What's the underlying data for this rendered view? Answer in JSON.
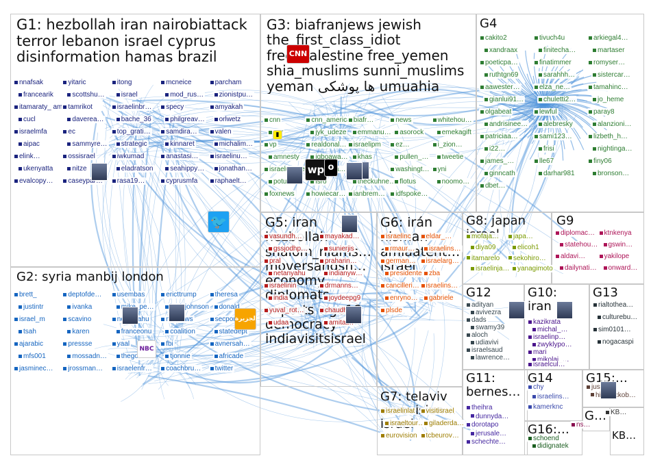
{
  "groups": [
    {
      "id": "G1",
      "title": "G1: hezbollah iran nairobiattack\nterror lebanon israel cyprus\ndisinformation hamas brazil",
      "size": 21
    },
    {
      "id": "G2",
      "title": "G2: syria manbij london",
      "size": 18
    },
    {
      "id": "G3",
      "title": "G3: biafranjews jewish\nthe_first_class_idiot\nfree_palestine free_yemen\nshia_muslims sunni_muslims\nyeman ها پوشکی umuahia",
      "size": 20
    },
    {
      "id": "G4",
      "title": "G4",
      "size": 18
    },
    {
      "id": "G5",
      "title": "G5: iran\nhezbollah\nshalom_niams…\nmoversandsh…\neconomy\ndiplomats\nexports wge18\ndemocracy\nindiavisitsisrael",
      "size": 19
    },
    {
      "id": "G6",
      "title": "G6: irán\nnisman\namiaatent…\nisrael",
      "size": 19
    },
    {
      "id": "G7",
      "title": "G7: telaviv\neurovision…\nisrael",
      "size": 18
    },
    {
      "id": "G8",
      "title": "G8: japan\nisrael",
      "size": 18
    },
    {
      "id": "G9",
      "title": "G9",
      "size": 18
    },
    {
      "id": "G10",
      "title": "G10:\niran",
      "size": 18
    },
    {
      "id": "G11",
      "title": "G11:\nbernes…",
      "size": 18
    },
    {
      "id": "G12",
      "title": "G12",
      "size": 18
    },
    {
      "id": "G13",
      "title": "G13",
      "size": 18
    },
    {
      "id": "G14",
      "title": "G14",
      "size": 18
    },
    {
      "id": "G15",
      "title": "G15:…",
      "size": 18
    },
    {
      "id": "G16",
      "title": "G16:…",
      "size": 18
    },
    {
      "id": "G",
      "title": "G…",
      "size": 18
    },
    {
      "id": "KB",
      "title": "KB…",
      "size": 15
    }
  ],
  "nodes": {
    "G1": [
      "nnafsak",
      "yitaric",
      "itong",
      "mcneice",
      "parcham",
      "francearik",
      "scottshu…",
      "israel",
      "mod_rus…",
      "zionistpu…",
      "itamaraty_ amat",
      "tamrikot",
      "israelinbr…",
      "specy",
      "amyakah",
      "cucl",
      "daverea…",
      "bache_36",
      "philgreav…",
      "orlwetz",
      "israelmfa",
      "ec",
      "top_grati…",
      "samdira…",
      "valen",
      "aipac",
      "sammyre…",
      "strategic",
      "kinnaret",
      "michalim…",
      "elink…",
      "ossisrael",
      "iwkumad",
      "anastasi…",
      "israelinu…",
      "ukenyatta",
      "nitze",
      "eladratson",
      "seahippy…",
      "jonathan…",
      "evalcopy…",
      "caseypar…",
      "rasa19…",
      "cyprusmfa",
      "raphaelt…"
    ],
    "G2": [
      "brett_",
      "deptofde…",
      "usembas",
      "ericttrump",
      "theresa",
      "justintr",
      "ivanka",
      "mike_pe…",
      "borisjohnson",
      "donald",
      "israel_m",
      "scavino",
      "netanyahu",
      "nbcnews",
      "secpomp…",
      "tsah",
      "karen",
      "franceonu",
      "coalition",
      "statedept",
      "ajarabic",
      "pressse",
      "yaal",
      "fbi",
      "avnersah…",
      "mfs001",
      "mossadn…",
      "thegolde…",
      "tjonnie",
      "africade",
      "jasminec…",
      "jrossman…",
      "israelenfr…",
      "coachbru…",
      "twitter"
    ],
    "G3": [
      "cnn",
      "cnn_america",
      "biafr…",
      "news",
      "whitehou…",
      "per",
      "jyk_udeze",
      "emmanu…",
      "asorock",
      "emekagift",
      "vp",
      "realdonal…",
      "israelipm",
      "ez…",
      "i_zion…",
      "amnesty",
      "igboawa…",
      "khas",
      "pullen_…",
      "tweetie",
      "israelun_news",
      "israelusa…",
      "paulv",
      "washingt…",
      "yni",
      "potus",
      "isro",
      "theckuhne…",
      "flotus",
      "noomo…",
      "foxnews",
      "howiecar…",
      "ianbrem…",
      "idfspoke…"
    ],
    "G4": [
      "cakito2",
      "tivuch4u",
      "arkiegal4…",
      "xandraax",
      "finitecha…",
      "martaser",
      "poeticpa…",
      "finatimmer",
      "romyser…",
      "ruthtgn69",
      "sarahhh…",
      "sistercar…",
      "aawester…",
      "elza_ne…",
      "tamahinc…",
      "gianlui91…",
      "chuletti2…",
      "jo_heme",
      "olgabeat",
      "lewful",
      "paray8",
      "andrisinee…",
      "alebresky",
      "alanzioni…",
      "patriciaa…",
      "sami123…",
      "lizbeth_h…",
      "i22…",
      "frisi",
      "nightinga…",
      "james_…",
      "lle67",
      "finy06",
      "ginncath",
      "darhar981",
      "bronson…",
      "dbet…"
    ],
    "G5": [
      "vasundh…",
      "mayakad…",
      "gssjodhp…",
      "sunierjis",
      "pral",
      "praharin…",
      "netanyahu",
      "indianyw…",
      "israelinin",
      "drmanns…",
      "india",
      "joydeepg9",
      "yuval_rot…",
      "chaudhu…",
      "udaa",
      "amitabh"
    ],
    "G6": [
      "israelinc",
      "eldar_…",
      "rmaur…",
      "israelins…",
      "german…",
      "israelarg…",
      "presidente",
      "zba",
      "cancilleri…",
      "israelins…",
      "enryno…",
      "gabriele",
      "plsde"
    ],
    "G7": [
      "israelinlat",
      "visitisrael",
      "israeltour…",
      "giladerda…",
      "eurovision",
      "tcbeurov…"
    ],
    "G8": [
      "mofaja…",
      "japa…",
      "diya09",
      "elicoh1",
      "itamarelo",
      "sekohiro…",
      "israelinja…",
      "yanagimoto"
    ],
    "G9": [
      "diplomac…",
      "ktnkenya",
      "statehou…",
      "gswin…",
      "aldavi…",
      "yakilope",
      "dailynati…",
      "onward…"
    ],
    "G10": [
      "kazikrata",
      "michal_…",
      "israelinp…",
      "zwyklypo…",
      "mari",
      "mikolaj_…",
      "israelcul…"
    ],
    "G11": [
      "theihra",
      "dunnyda…",
      "dorotapo",
      "jerusale…",
      "schechte…"
    ],
    "G12": [
      "adityan",
      "avivezra",
      "dads",
      "swamy39",
      "aloch",
      "udiavivi",
      "israelsaud",
      "lawrence…"
    ],
    "G13": [
      "rialtothea…",
      "culturebu…",
      "sim0101…",
      "nogacaspi"
    ],
    "G14": [
      "chy",
      "israelins…",
      "kamerknc"
    ],
    "G15": [
      "justi",
      "hibarackob…"
    ],
    "G16": [
      "schoend",
      "didignatek"
    ],
    "G": [
      "ns…"
    ],
    "KB": [
      "KB…"
    ]
  },
  "colors": {
    "G1": "#1a237e",
    "G2": "#1565c0",
    "G3": "#2e7d32",
    "G4": "#2e7d32",
    "G5": "#b71c1c",
    "G6": "#e65100",
    "G7": "#9e7d00",
    "G8": "#7a9a00",
    "G9": "#ad1457",
    "G10": "#4a148c",
    "G11": "#4527a0",
    "G12": "#37474f",
    "G13": "#263238",
    "G14": "#3949ab",
    "G15": "#5d4037",
    "G16": "#1b5e20",
    "G": "#880e4f",
    "KB": "#333333",
    "edge": "#4a90d9"
  },
  "logos": [
    {
      "key": "twitter",
      "glyph": "🐦",
      "bg": "#1da1f2",
      "fg": "#ffffff"
    },
    {
      "key": "wp",
      "glyph": "wp",
      "bg": "#111111",
      "fg": "#ffffff"
    },
    {
      "key": "cnn",
      "glyph": "CNN",
      "bg": "#cc0000",
      "fg": "#ffffff"
    },
    {
      "key": "nbc",
      "glyph": "NBC",
      "bg": "#ffffff",
      "fg": "#6a1b9a"
    },
    {
      "key": "aljazeera",
      "glyph": "الجزيرة",
      "bg": "#f7a400",
      "fg": "#ffffff"
    },
    {
      "key": "amnesty",
      "glyph": "▮",
      "bg": "#ffeb00",
      "fg": "#000000"
    },
    {
      "key": "o",
      "glyph": "o",
      "bg": "#000000",
      "fg": "#ffffff"
    }
  ]
}
